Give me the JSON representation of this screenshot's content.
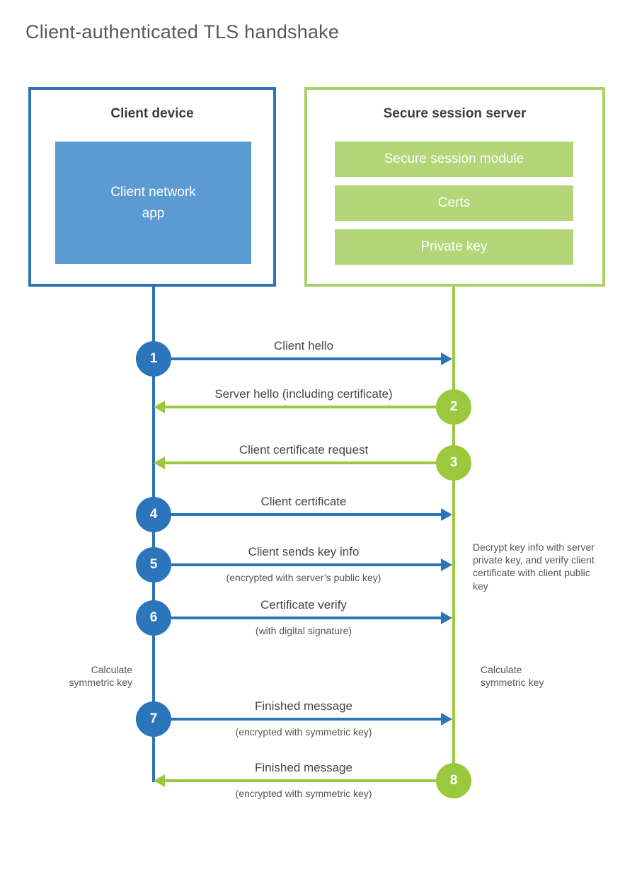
{
  "title": "Client-authenticated TLS handshake",
  "colors": {
    "blue_strong": "#2b76ba",
    "blue_border": "#2e73b5",
    "blue_fill": "#5b9ad3",
    "green_strong": "#9cc83e",
    "green_border": "#a8d168",
    "green_fill": "#b2d678",
    "text_dark": "#3d3d3f",
    "text_gray": "#464646",
    "title_gray": "#58595a"
  },
  "client": {
    "heading": "Client device",
    "app_label": "Client network\napp"
  },
  "server": {
    "heading": "Secure session server",
    "modules": [
      "Secure session module",
      "Certs",
      "Private key"
    ]
  },
  "steps": [
    {
      "num": "1",
      "from": "client",
      "label": "Client hello"
    },
    {
      "num": "2",
      "from": "server",
      "label": "Server hello (including certificate)"
    },
    {
      "num": "3",
      "from": "server",
      "label": "Client certificate request"
    },
    {
      "num": "4",
      "from": "client",
      "label": "Client certificate"
    },
    {
      "num": "5",
      "from": "client",
      "label": "Client sends key info",
      "sub": "(encrypted with server’s public key)"
    },
    {
      "num": "6",
      "from": "client",
      "label": "Certificate verify",
      "sub": "(with digital signature)"
    },
    {
      "num": "7",
      "from": "client",
      "label": "Finished message",
      "sub": "(encrypted with symmetric key)"
    },
    {
      "num": "8",
      "from": "server",
      "label": "Finished message",
      "sub": "(encrypted with symmetric key)"
    }
  ],
  "annotations": {
    "decrypt_note": "Decrypt key info with server private key, and verify client certificate with client public key",
    "calc_left": "Calculate symmetric key",
    "calc_right": "Calculate symmetric key"
  }
}
